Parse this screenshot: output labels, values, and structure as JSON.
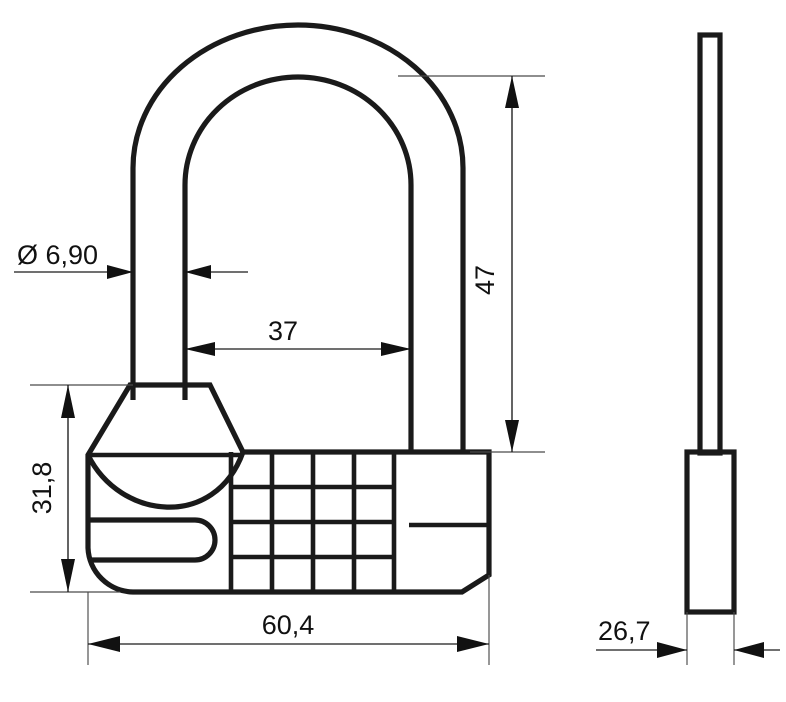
{
  "drawing": {
    "title": "Combination padlock technical dimension drawing",
    "type": "engineering-drawing",
    "units": "mm",
    "line_color": "#1a1a1a",
    "background_color": "#ffffff",
    "views": [
      {
        "name": "front-view",
        "label": ""
      },
      {
        "name": "side-view",
        "label": ""
      }
    ]
  },
  "dimensions": {
    "shackle_diameter": {
      "name": "shackle-diameter",
      "label": "Ø 6,90",
      "value": "6,90",
      "symbol": "Ø",
      "view": "front-view",
      "orientation": "horizontal"
    },
    "shackle_inner_width": {
      "name": "shackle-inner-width",
      "label": "37",
      "value": "37",
      "view": "front-view",
      "orientation": "horizontal"
    },
    "shackle_clearance_height": {
      "name": "shackle-clearance-height",
      "label": "47",
      "value": "47",
      "view": "front-view",
      "orientation": "vertical"
    },
    "body_height": {
      "name": "body-height",
      "label": "31,8",
      "value": "31,8",
      "view": "front-view",
      "orientation": "vertical"
    },
    "body_width": {
      "name": "body-width",
      "label": "60,4",
      "value": "60,4",
      "view": "front-view",
      "orientation": "horizontal"
    },
    "body_depth": {
      "name": "body-depth",
      "label": "26,7",
      "value": "26,7",
      "view": "side-view",
      "orientation": "horizontal"
    }
  },
  "features": {
    "dial_grid": {
      "name": "combination-dial-grid",
      "columns": 4,
      "rows": 4,
      "description": "four combination dial wheels"
    },
    "shackle": {
      "name": "shackle",
      "shape": "U-shaped"
    },
    "body": {
      "name": "lock-body",
      "shape": "rectangular with chamfered corner"
    },
    "slot": {
      "name": "body-slot",
      "shape": "rounded-rectangle"
    }
  }
}
